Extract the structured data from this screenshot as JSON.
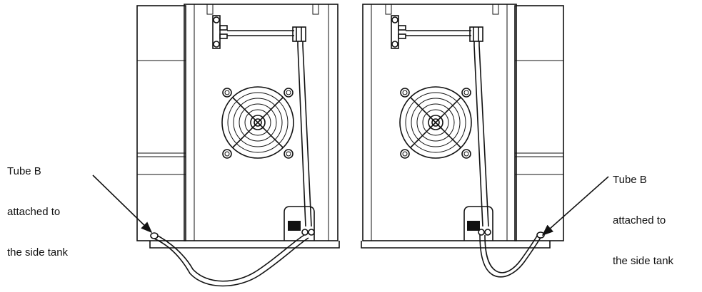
{
  "labels": {
    "left": [
      "Tube B",
      "attached to",
      "the side tank"
    ],
    "right": [
      "Tube B",
      "attached to",
      "the side tank"
    ]
  },
  "icons": {
    "unit": "water-unit-rear-view",
    "fan": "cooling-fan-icon",
    "arrow": "pointer-arrow"
  },
  "colors": {
    "line": "#111111",
    "background": "#ffffff"
  }
}
